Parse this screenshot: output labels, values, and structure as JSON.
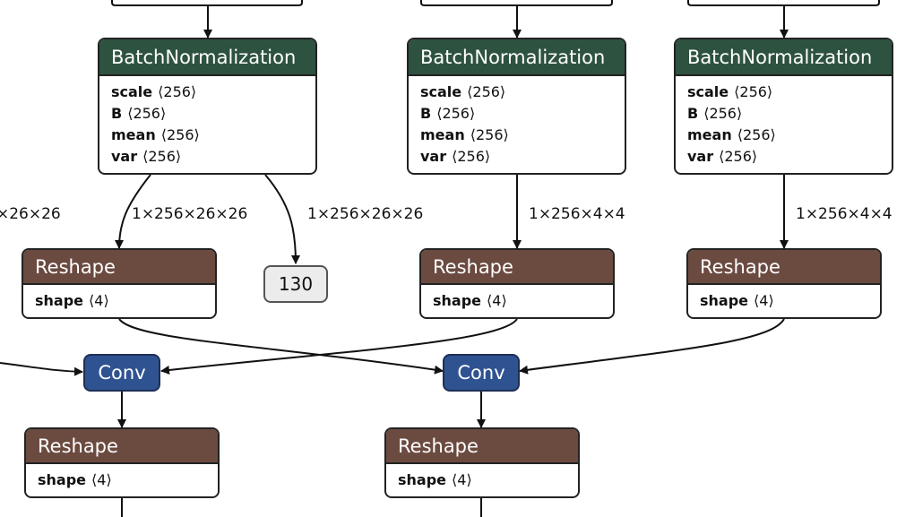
{
  "batchnorm_nodes": [
    {
      "title": "BatchNormalization",
      "attrs": [
        {
          "k": "scale",
          "v": "⟨256⟩"
        },
        {
          "k": "B",
          "v": "⟨256⟩"
        },
        {
          "k": "mean",
          "v": "⟨256⟩"
        },
        {
          "k": "var",
          "v": "⟨256⟩"
        }
      ]
    },
    {
      "title": "BatchNormalization",
      "attrs": [
        {
          "k": "scale",
          "v": "⟨256⟩"
        },
        {
          "k": "B",
          "v": "⟨256⟩"
        },
        {
          "k": "mean",
          "v": "⟨256⟩"
        },
        {
          "k": "var",
          "v": "⟨256⟩"
        }
      ]
    },
    {
      "title": "BatchNormalization",
      "attrs": [
        {
          "k": "scale",
          "v": "⟨256⟩"
        },
        {
          "k": "B",
          "v": "⟨256⟩"
        },
        {
          "k": "mean",
          "v": "⟨256⟩"
        },
        {
          "k": "var",
          "v": "⟨256⟩"
        }
      ]
    }
  ],
  "reshape_nodes": [
    {
      "title": "Reshape",
      "attr_k": "shape",
      "attr_v": "⟨4⟩"
    },
    {
      "title": "Reshape",
      "attr_k": "shape",
      "attr_v": "⟨4⟩"
    },
    {
      "title": "Reshape",
      "attr_k": "shape",
      "attr_v": "⟨4⟩"
    },
    {
      "title": "Reshape",
      "attr_k": "shape",
      "attr_v": "⟨4⟩"
    },
    {
      "title": "Reshape",
      "attr_k": "shape",
      "attr_v": "⟨4⟩"
    }
  ],
  "conv_nodes": [
    {
      "title": "Conv"
    },
    {
      "title": "Conv"
    }
  ],
  "output_node": {
    "label": "130"
  },
  "edge_labels": [
    "×26×26",
    "1×256×26×26",
    "1×256×26×26",
    "1×256×4×4",
    "1×256×4×4"
  ],
  "colors": {
    "batchnorm": "#2e5240",
    "reshape": "#6b4a40",
    "conv": "#2f5291",
    "output": "#ececec"
  }
}
